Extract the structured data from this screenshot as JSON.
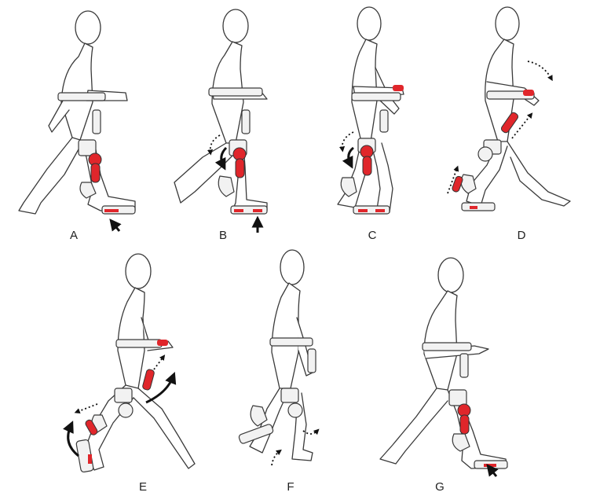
{
  "panels": [
    {
      "id": "A",
      "label": "A"
    },
    {
      "id": "B",
      "label": "B"
    },
    {
      "id": "C",
      "label": "C"
    },
    {
      "id": "D",
      "label": "D"
    },
    {
      "id": "E",
      "label": "E"
    },
    {
      "id": "F",
      "label": "F"
    },
    {
      "id": "G",
      "label": "G"
    }
  ],
  "colors": {
    "actuator": "#e0262b",
    "outline": "#3a3a3a",
    "arrow": "#111111",
    "background": "#ffffff"
  }
}
